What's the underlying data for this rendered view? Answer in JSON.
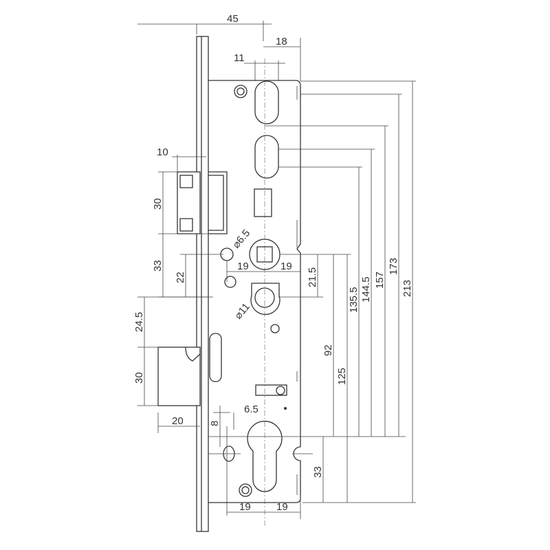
{
  "drawing": {
    "title": "Mortise lock dimension drawing",
    "dimensions": {
      "overall_depth": "45",
      "backset_edge": "18",
      "slot_width": "11",
      "latch_projection": "10",
      "latch_height": "30",
      "latch_to_spindle": "33",
      "spindle_to_cylinder_left": "22",
      "pin_diameter": "⌀6.5",
      "spindle_left": "19",
      "spindle_right": "19",
      "spindle_to_cylinder": "21.5",
      "cylinder_diameter": "⌀11",
      "gap_to_bolt": "24.5",
      "bolt_height": "30",
      "bolt_projection": "20",
      "hole_height": "8",
      "hole_offset": "6.5",
      "dim_135_5": "135.5",
      "dim_144_5": "144.5",
      "dim_157": "157",
      "dim_173": "173",
      "dim_213": "213",
      "dim_92": "92",
      "dim_125": "125",
      "dim_33_bottom": "33",
      "bottom_left": "19",
      "bottom_right": "19"
    }
  }
}
